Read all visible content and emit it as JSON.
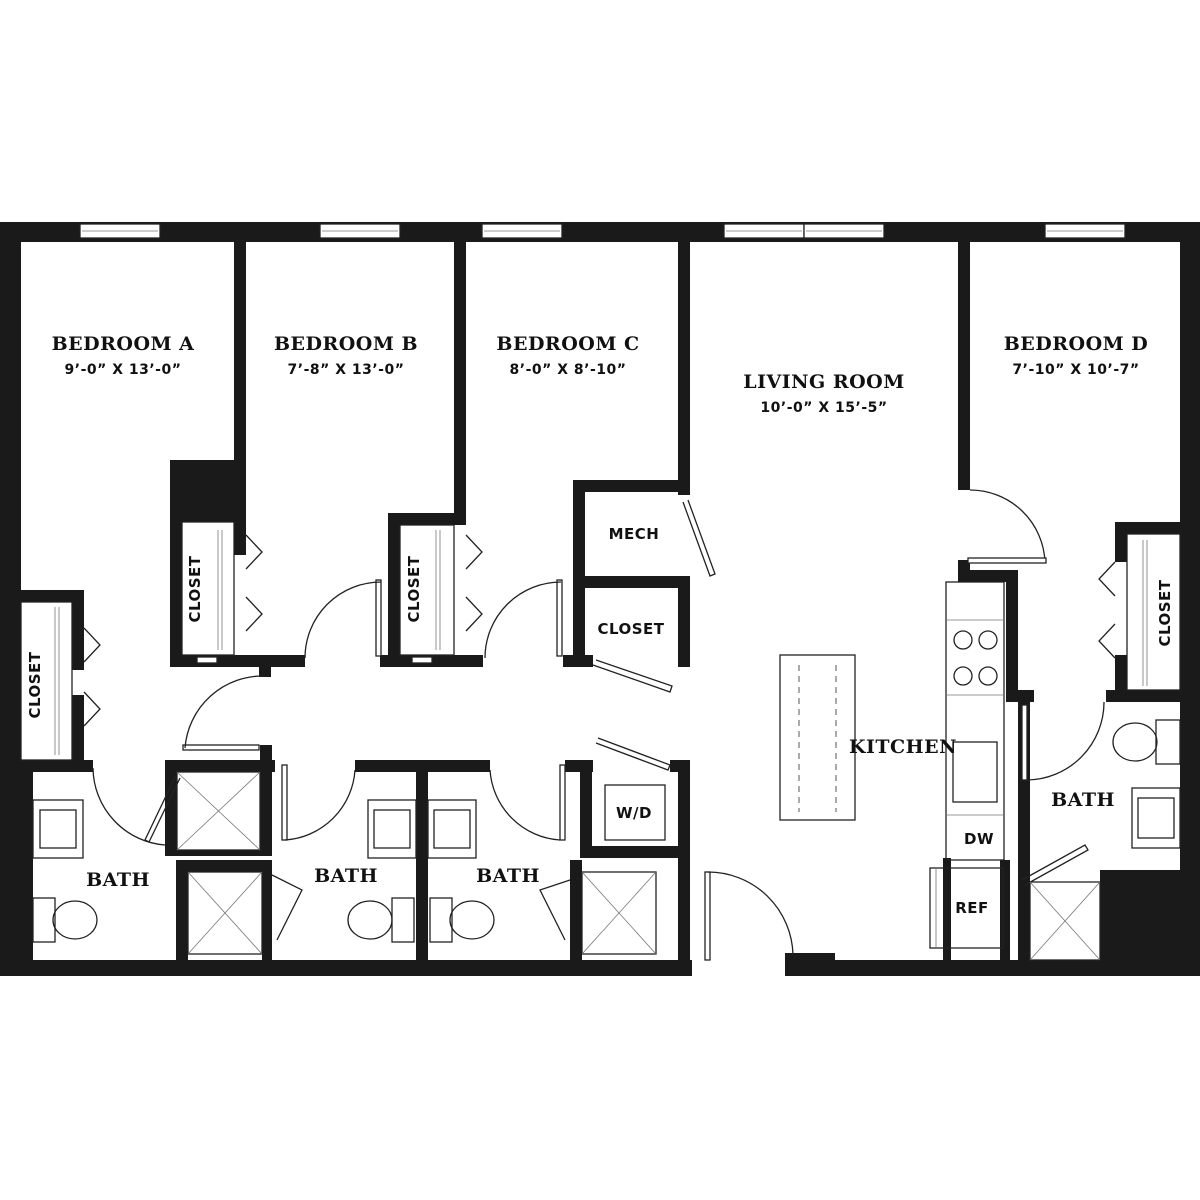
{
  "rooms": {
    "bedroom_a": {
      "name": "BEDROOM A",
      "dims": "9’-0” X 13’-0”"
    },
    "bedroom_b": {
      "name": "BEDROOM B",
      "dims": "7’-8” X 13’-0”"
    },
    "bedroom_c": {
      "name": "BEDROOM C",
      "dims": "8’-0” X 8’-10”"
    },
    "living": {
      "name": "LIVING ROOM",
      "dims": "10’-0” X 15’-5”"
    },
    "bedroom_d": {
      "name": "BEDROOM D",
      "dims": "7’-10” X 10’-7”"
    },
    "kitchen": {
      "name": "KITCHEN"
    },
    "bath_1": {
      "name": "BATH"
    },
    "bath_2": {
      "name": "BATH"
    },
    "bath_3": {
      "name": "BATH"
    },
    "bath_4": {
      "name": "BATH"
    }
  },
  "labels": {
    "closet_a": "CLOSET",
    "closet_b": "CLOSET",
    "closet_c": "CLOSET",
    "closet_left": "CLOSET",
    "closet_d": "CLOSET",
    "mech": "MECH",
    "wd": "W/D",
    "dw": "DW",
    "ref": "REF"
  },
  "colors": {
    "wall": "#1a1a1a",
    "background": "#ffffff"
  }
}
